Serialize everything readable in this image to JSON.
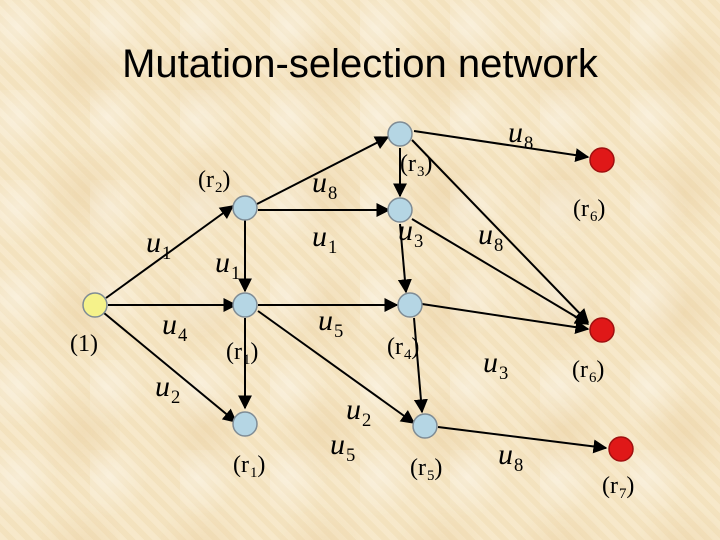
{
  "title": "Mutation-selection network",
  "labels": {
    "u8_top": {
      "base": "u",
      "sub": "8"
    },
    "u8_mid": {
      "base": "u",
      "sub": "8"
    },
    "u8_right": {
      "base": "u",
      "sub": "8"
    },
    "u8_bottom": {
      "base": "u",
      "sub": "8"
    },
    "u1_left": {
      "base": "u",
      "sub": "1"
    },
    "u1_center": {
      "base": "u",
      "sub": "1"
    },
    "u1_mid": {
      "base": "u",
      "sub": "1"
    },
    "u3_mid": {
      "base": "u",
      "sub": "3"
    },
    "u3_right": {
      "base": "u",
      "sub": "3"
    },
    "u4": {
      "base": "u",
      "sub": "4"
    },
    "u5_mid": {
      "base": "u",
      "sub": "5"
    },
    "u5_bottom": {
      "base": "u",
      "sub": "5"
    },
    "u2_left": {
      "base": "u",
      "sub": "2"
    },
    "u2_bottom": {
      "base": "u",
      "sub": "2"
    },
    "r2": {
      "open": "(r",
      "sub": "2",
      "close": ")"
    },
    "r3": {
      "open": "(r",
      "sub": "3",
      "close": ")"
    },
    "r6_top": {
      "open": "(r",
      "sub": "6",
      "close": ")"
    },
    "r6_mid": {
      "open": "(r",
      "sub": "6",
      "close": ")"
    },
    "r7": {
      "open": "(r",
      "sub": "7",
      "close": ")"
    },
    "r1_mid": {
      "open": "(r",
      "sub": "1",
      "close": ")"
    },
    "r1_bottom": {
      "open": "(r",
      "sub": "1",
      "close": ")"
    },
    "r4": {
      "open": "(r",
      "sub": "4",
      "close": ")"
    },
    "r5": {
      "open": "(r",
      "sub": "5",
      "close": ")"
    },
    "one": "(1)"
  },
  "colors": {
    "start_node": "#f5f28a",
    "intermediate_node": "#b5d6e4",
    "terminal_node": "#e01818",
    "edge": "#000000",
    "node_stroke": "#7f8c95"
  }
}
